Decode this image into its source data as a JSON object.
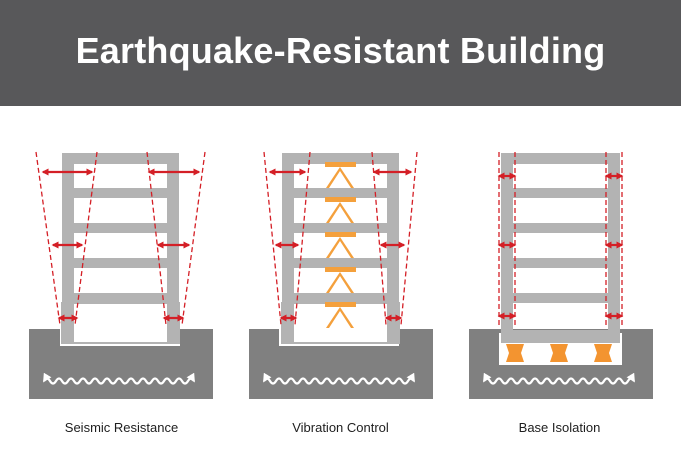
{
  "title": "Earthquake-Resistant Building",
  "panels": [
    {
      "id": "seismic-resistance",
      "caption": "Seismic Resistance"
    },
    {
      "id": "vibration-control",
      "caption": "Vibration Control"
    },
    {
      "id": "base-isolation",
      "caption": "Base Isolation"
    }
  ],
  "colors": {
    "header_bg": "#58585a",
    "title_text": "#ffffff",
    "frame": "#b3b3b3",
    "ground": "#808080",
    "arrow_red": "#d41f26",
    "damper_orange": "#f4a03c",
    "isolator_orange": "#f39430",
    "wave_white": "#ffffff",
    "caption_text": "#1e1e1e"
  },
  "icons": [
    "double-arrow-icon",
    "wave-arrow-icon",
    "damper-icon",
    "isolator-icon"
  ]
}
